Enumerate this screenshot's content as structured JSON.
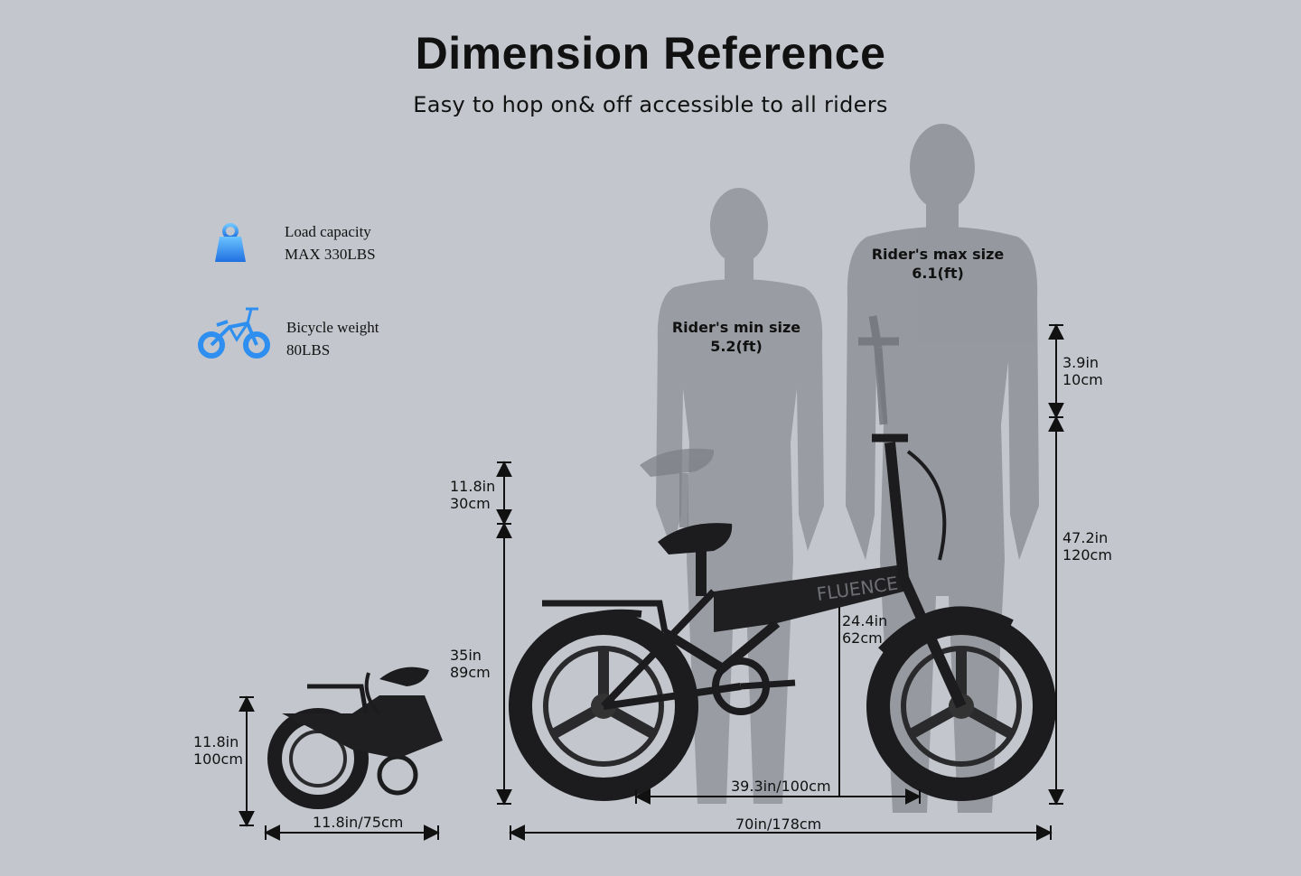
{
  "header": {
    "title": "Dimension Reference",
    "subtitle": "Easy to hop on& off accessible to all riders"
  },
  "specs": {
    "load": {
      "icon": "weight-icon",
      "label": "Load capacity",
      "value": "MAX 330LBS"
    },
    "weight": {
      "icon": "bicycle-icon",
      "label": "Bicycle weight",
      "value": "80LBS"
    }
  },
  "riders": {
    "min": {
      "label": "Rider's min size",
      "value": "5.2(ft)"
    },
    "max": {
      "label": "Rider's max size",
      "value": "6.1(ft)"
    }
  },
  "dimensions": {
    "handlebar_extra": {
      "in": "3.9in",
      "cm": "10cm"
    },
    "total_height": {
      "in": "47.2in",
      "cm": "120cm"
    },
    "seat_extra": {
      "in": "11.8in",
      "cm": "30cm"
    },
    "seat_height": {
      "in": "35in",
      "cm": "89cm"
    },
    "frame_height": {
      "in": "24.4in",
      "cm": "62cm"
    },
    "wheelbase": "39.3in/100cm",
    "total_length": "70in/178cm",
    "folded_height": {
      "in": "11.8in",
      "cm": "100cm"
    },
    "folded_length": "11.8in/75cm"
  },
  "colors": {
    "background": "#c3c7cd",
    "accent": "#2f8ff0",
    "silhouette": "#8e9197",
    "bike": "#1c1c1e"
  }
}
